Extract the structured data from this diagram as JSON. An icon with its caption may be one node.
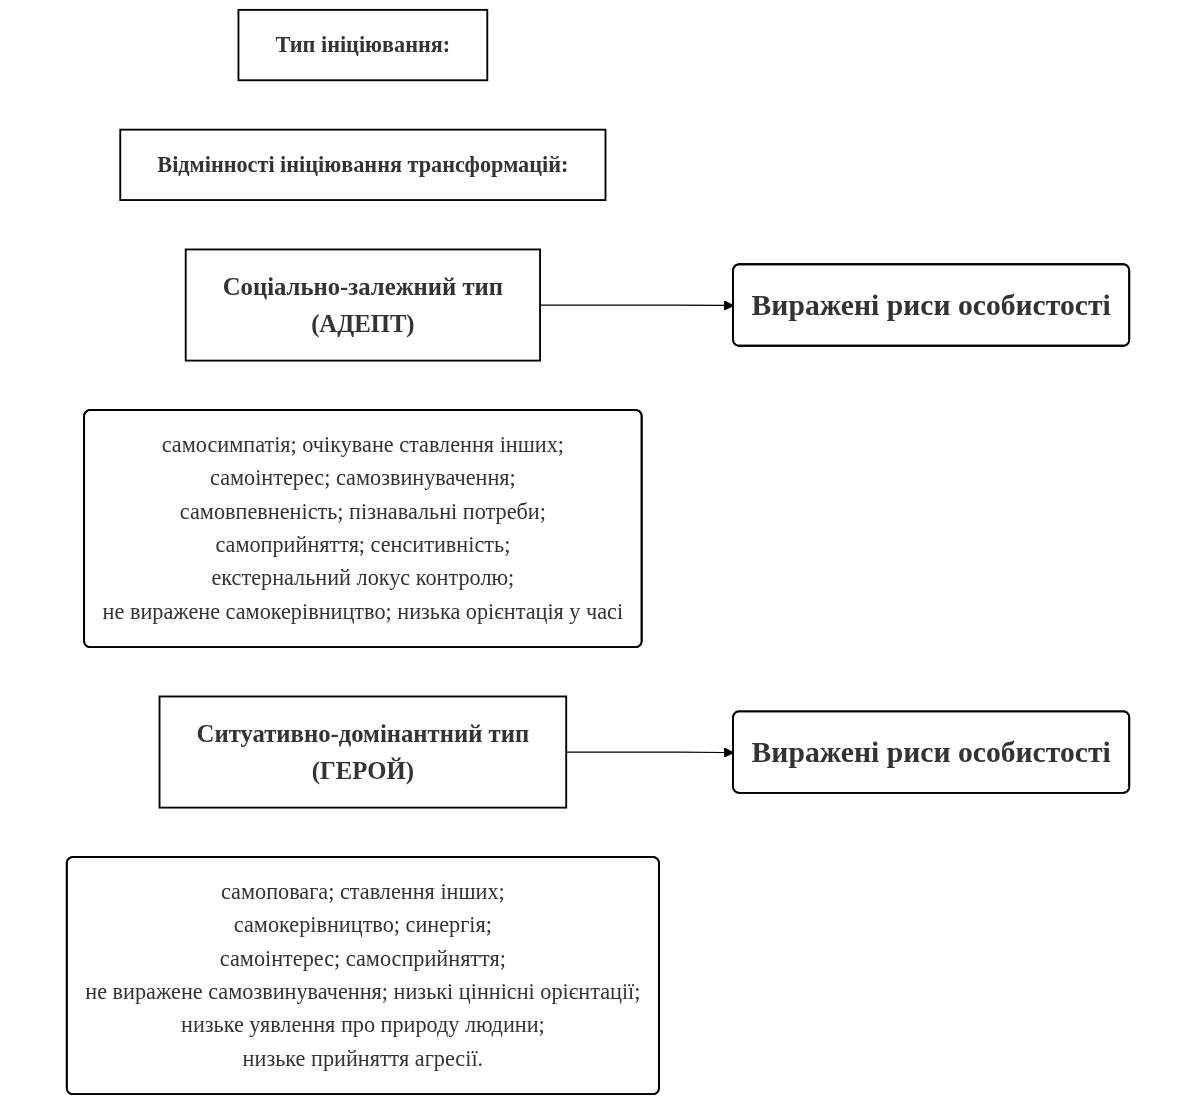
{
  "diagram": {
    "nodes": [
      {
        "text": [
          "Тип ініціювання:"
        ]
      },
      {
        "text": [
          "Відмінності ініціювання трансформацій:"
        ]
      },
      {
        "text": [
          "Соціально-залежний тип",
          "(АДЕПТ)"
        ]
      },
      {
        "text": [
          "Виражені риси особистості"
        ]
      },
      {
        "text": [
          "самосимпатія; очікуване ставлення інших;",
          "самоінтерес; самозвинувачення;",
          "самовпевненість; пізнавальні потреби;",
          "самоприйняття; сенситивність;",
          "екстернальний локус контролю;",
          "не виражене самокерівництво; низька орієнтація у часі"
        ]
      },
      {
        "text": [
          "Ситуативно-домінантний тип",
          "(ГЕРОЙ)"
        ]
      },
      {
        "text": [
          "Виражені риси особистості"
        ]
      },
      {
        "text": [
          "самоповага; ставлення інших;",
          "самокерівництво; синергія;",
          "самоінтерес; самосприйняття;",
          "не виражене самозвинувачення; низькі ціннісні орієнтації;",
          "низьке уявлення про природу людини;",
          "низьке прийняття агресії."
        ]
      }
    ],
    "edges": [
      {
        "from": 2,
        "to": 3,
        "arrow": "to"
      },
      {
        "from": 5,
        "to": 6,
        "arrow": "to"
      }
    ]
  }
}
